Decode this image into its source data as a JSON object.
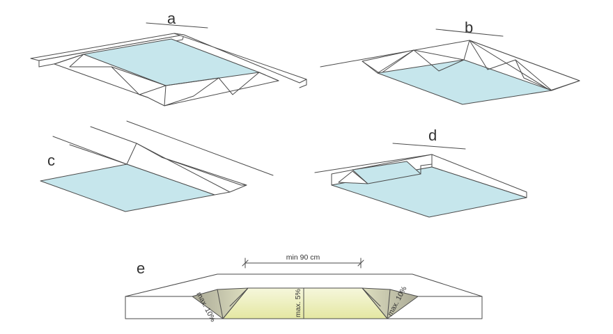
{
  "labels": {
    "a": "a",
    "b": "b",
    "c": "c",
    "d": "d",
    "e": "e"
  },
  "dimensions": {
    "width": "min 90 cm",
    "slope_left": "max. 10%",
    "slope_center": "max. 5%",
    "slope_right": "max. 10%"
  },
  "colors": {
    "ramp_surface": "#c6e6ec",
    "crossing_surface": "#eef0b8",
    "flare": "#b9b9a8",
    "outline": "#4a4a4a"
  }
}
